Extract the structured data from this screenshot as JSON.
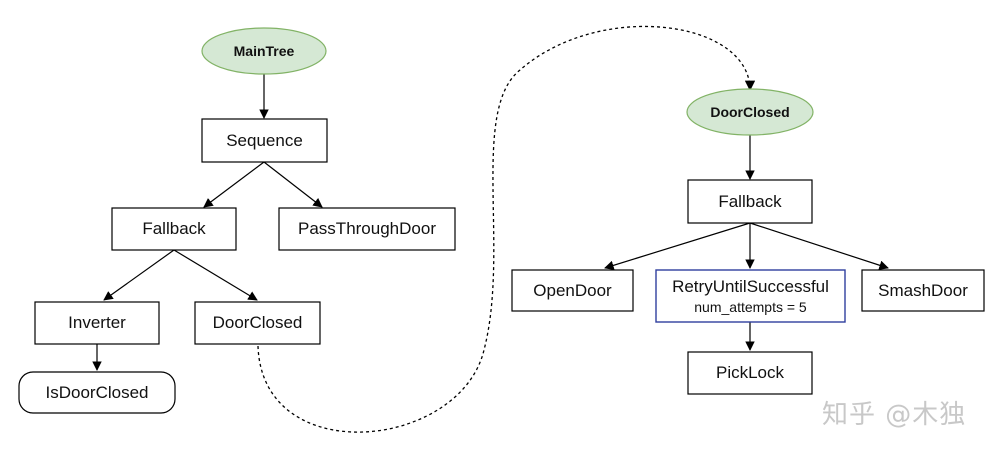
{
  "left_tree": {
    "root": "MainTree",
    "sequence": "Sequence",
    "fallback": "Fallback",
    "pass_through_door": "PassThroughDoor",
    "inverter": "Inverter",
    "door_closed": "DoorClosed",
    "is_door_closed": "IsDoorClosed"
  },
  "right_tree": {
    "root": "DoorClosed",
    "fallback": "Fallback",
    "open_door": "OpenDoor",
    "retry": "RetryUntilSuccessful",
    "retry_param": "num_attempts = 5",
    "smash_door": "SmashDoor",
    "pick_lock": "PickLock"
  },
  "colors": {
    "root_fill": "#d5e8d4",
    "root_stroke": "#82b366",
    "decorator_stroke": "#2f3f9e",
    "watermark": "#c8c8c8"
  },
  "watermark": "知乎 @木独"
}
